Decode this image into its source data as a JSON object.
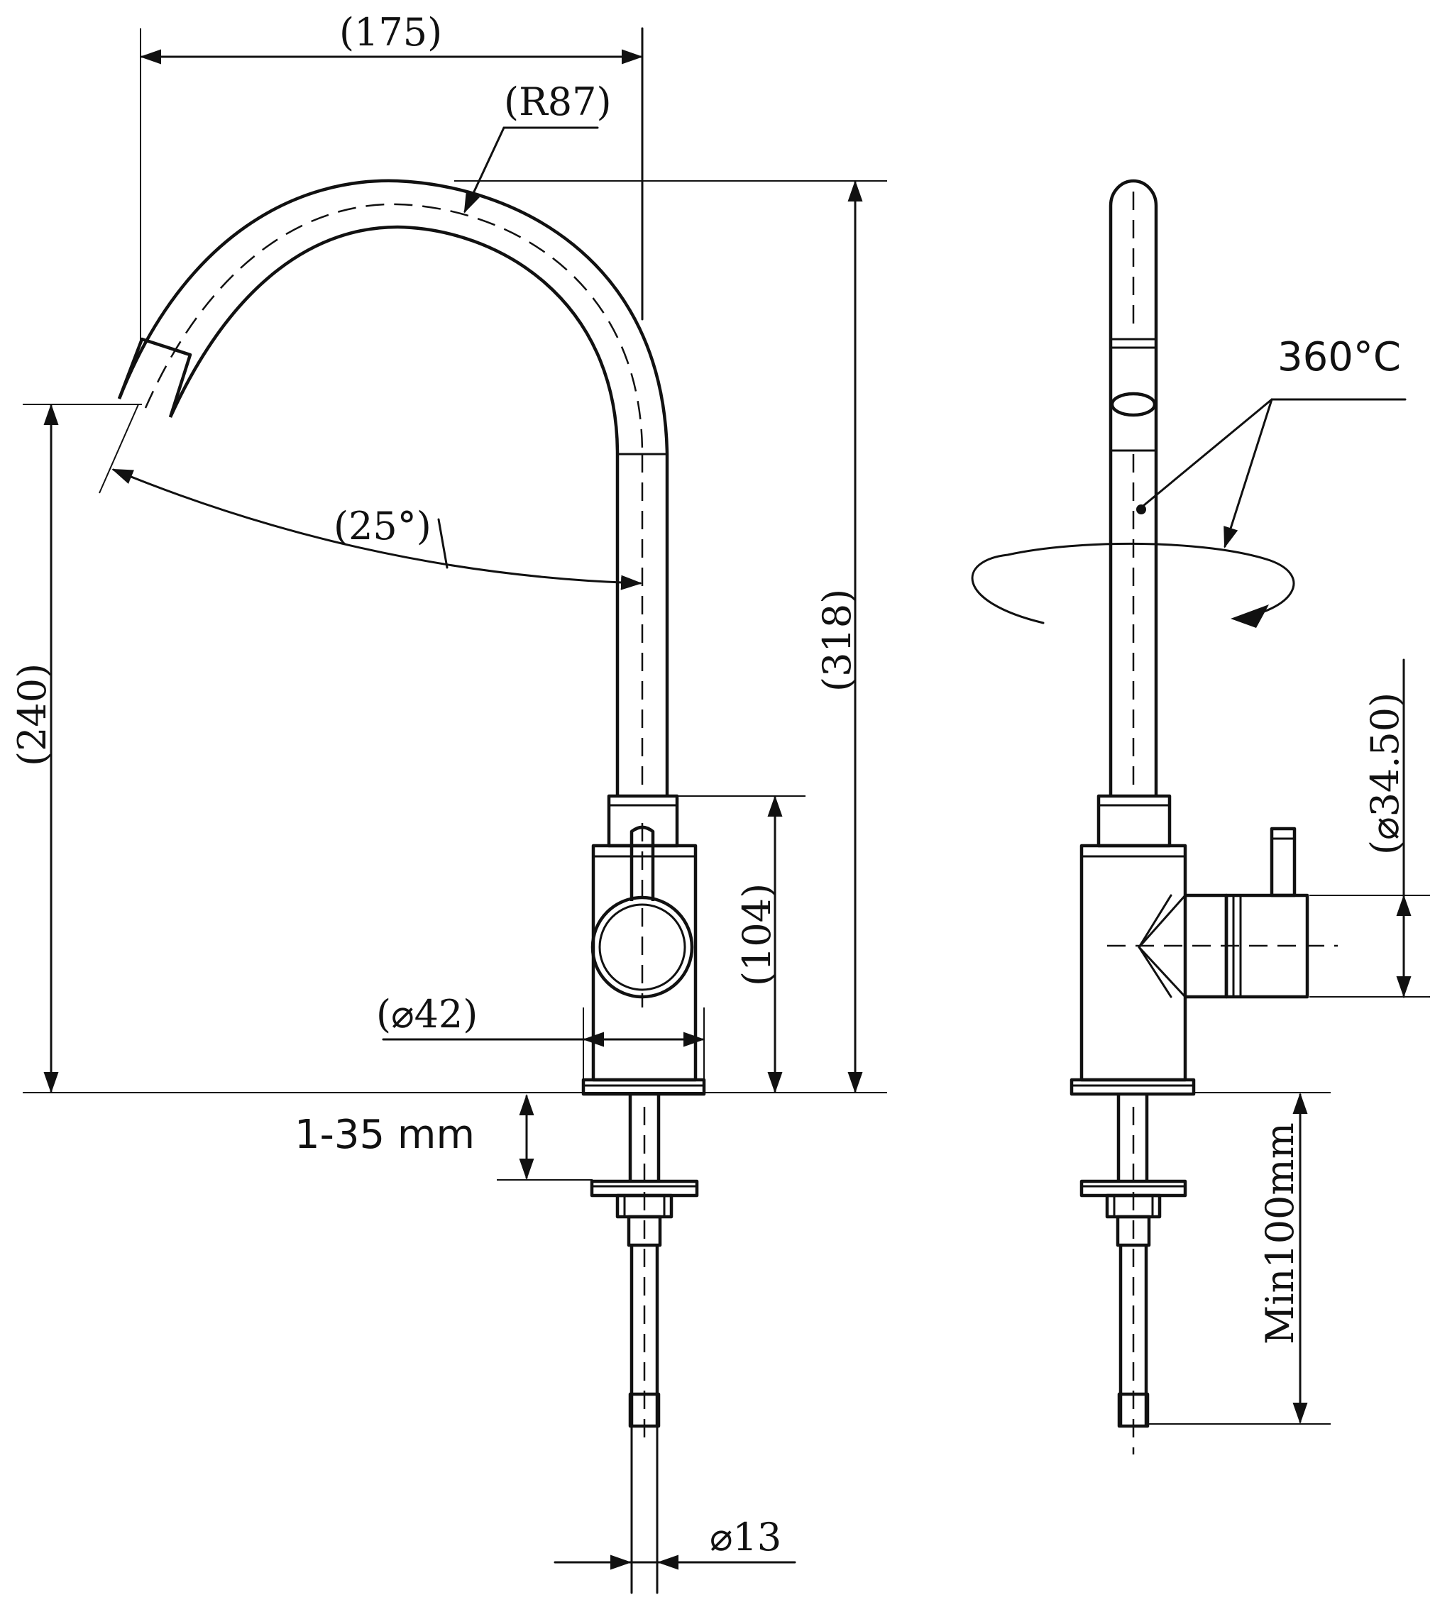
{
  "dimensions": {
    "width_175": "(175)",
    "radius_r87": "(R87)",
    "angle_25": "(25°)",
    "height_318": "(318)",
    "height_240": "(240)",
    "height_104": "(104)",
    "diameter_42": "(⌀42)",
    "diameter_13": "⌀13",
    "diameter_34_50": "(⌀34.50)",
    "min_100mm": "Min100mm"
  },
  "notes": {
    "rotation": "360°C",
    "deck_thickness": "1-35 mm"
  }
}
